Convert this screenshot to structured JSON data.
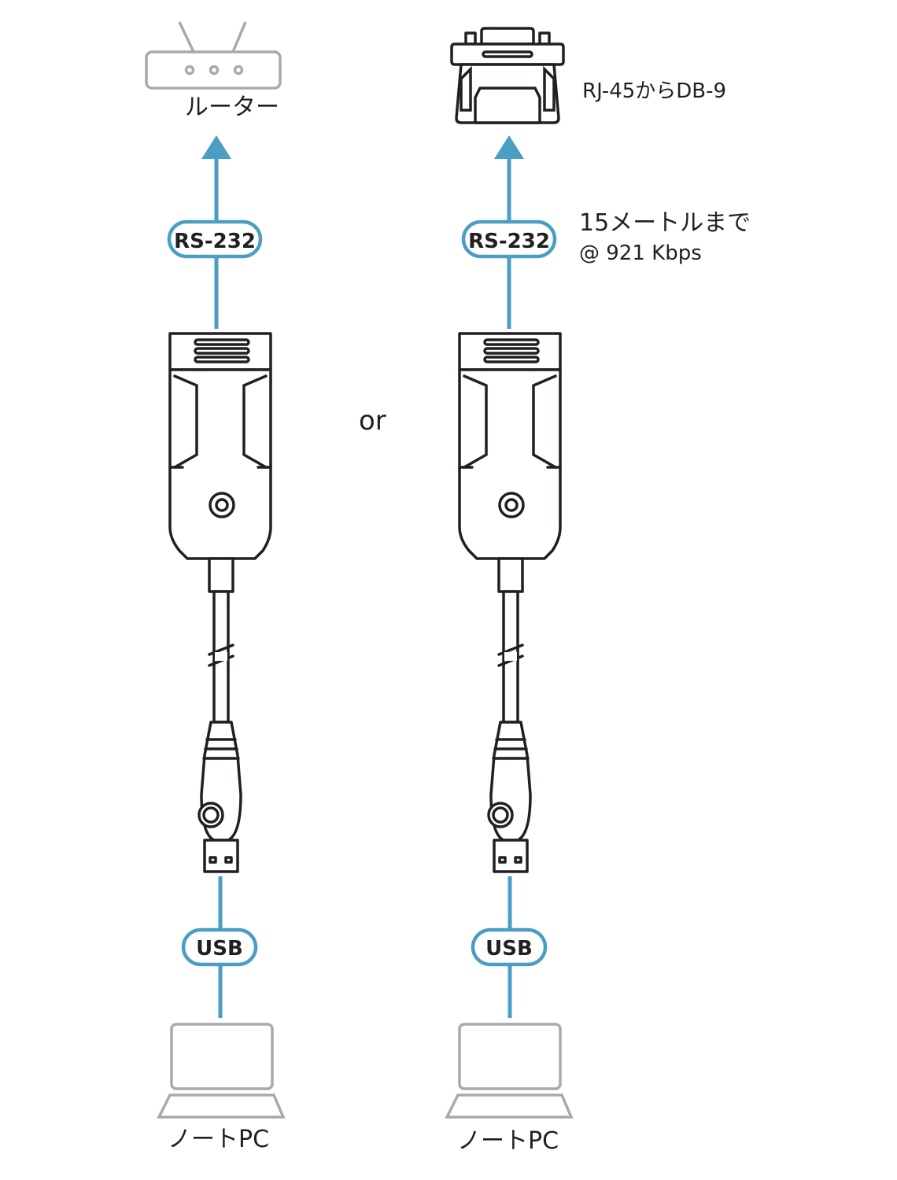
{
  "labels": {
    "router": "ルーター",
    "adapter": "RJ-45からDB-9",
    "distance_line1": "15メートルまで",
    "distance_line2": "@ 921 Kbps",
    "or": "or",
    "laptop_left": "ノートPC",
    "laptop_right": "ノートPC"
  },
  "pills": {
    "rs232_left": "RS-232",
    "rs232_right": "RS-232",
    "usb_left": "USB",
    "usb_right": "USB"
  },
  "colors": {
    "accent": "#4a9ec4",
    "device_outline": "#231f20",
    "peripheral_outline": "#a7a9ac"
  }
}
